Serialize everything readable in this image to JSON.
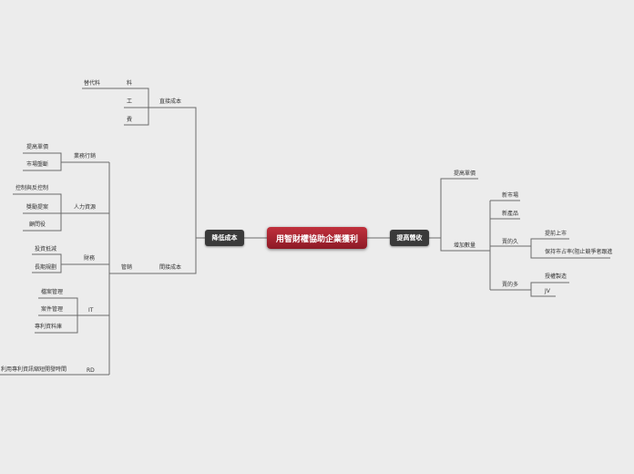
{
  "root": "用智財權協助企業獲利",
  "left_branch": "降低成本",
  "right_branch": "提高營收",
  "left": {
    "direct_cost": "直接成本",
    "direct_items": [
      "替代料",
      "料",
      "工",
      "費"
    ],
    "indirect_cost": "間接成本",
    "management": "管銷",
    "business": "業務行銷",
    "business_items": [
      "提高單價",
      "市場壟斷"
    ],
    "hr": "人力資源",
    "hr_items": [
      "控制與反控制",
      "獎勵提案",
      "顧問役"
    ],
    "finance": "財務",
    "finance_items": [
      "投資抵減",
      "長期規劃"
    ],
    "it": "IT",
    "it_items": [
      "檔案管理",
      "案件管理",
      "專利資料庫"
    ],
    "rd": "RD",
    "rd_items": [
      "利用專利資訊縮短開發時間"
    ]
  },
  "right": {
    "raise_price": "提高單價",
    "increase_qty": "增加數量",
    "new_market": "新市場",
    "new_product": "新產品",
    "sell_more_kinds": "賣的久",
    "sell_more_kinds_items": [
      "提前上市",
      "保持市占率(阻止競爭者跟進"
    ],
    "sell_more": "賣的多",
    "sell_more_items": [
      "授權製造",
      "JV"
    ]
  }
}
